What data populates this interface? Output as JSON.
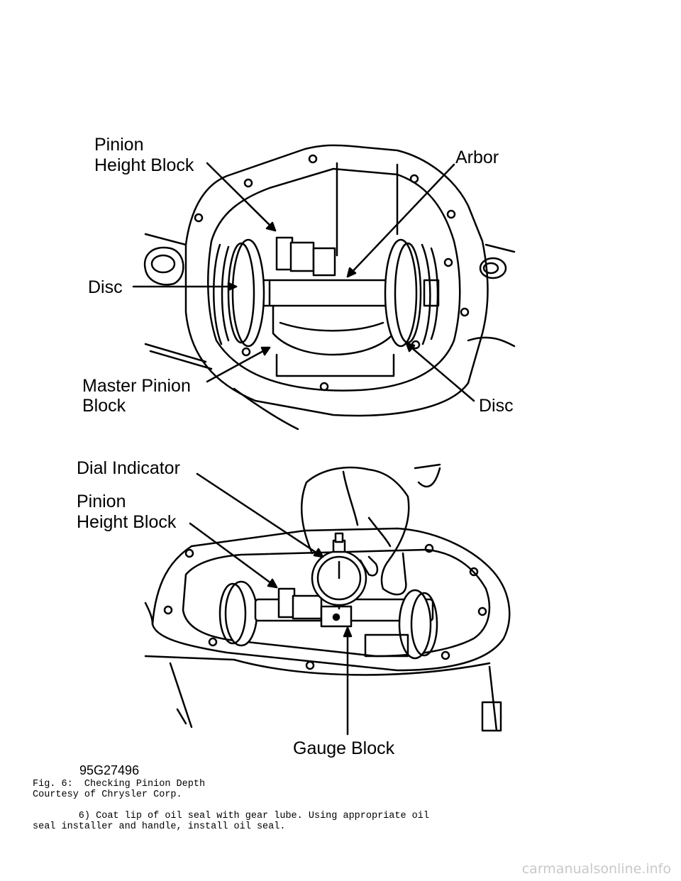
{
  "figure": {
    "top_labels": {
      "pinion_line1": "Pinion",
      "pinion_line2": "Height Block",
      "arbor": "Arbor",
      "disc_left": "Disc",
      "master_line1": "Master Pinion",
      "master_line2": "Block",
      "disc_right": "Disc"
    },
    "bottom_labels": {
      "dial_indicator": "Dial Indicator",
      "pinion_line1": "Pinion",
      "pinion_line2": "Height Block",
      "gauge_block": "Gauge Block"
    },
    "figure_code": "95G27496"
  },
  "caption": {
    "line1": "Fig. 6:  Checking Pinion Depth",
    "line2": "Courtesy of Chrysler Corp.",
    "step_line1": "        6) Coat lip of oil seal with gear lube. Using appropriate oil",
    "step_line2": "seal installer and handle, install oil seal."
  },
  "watermark": "carmanualsonline.info"
}
